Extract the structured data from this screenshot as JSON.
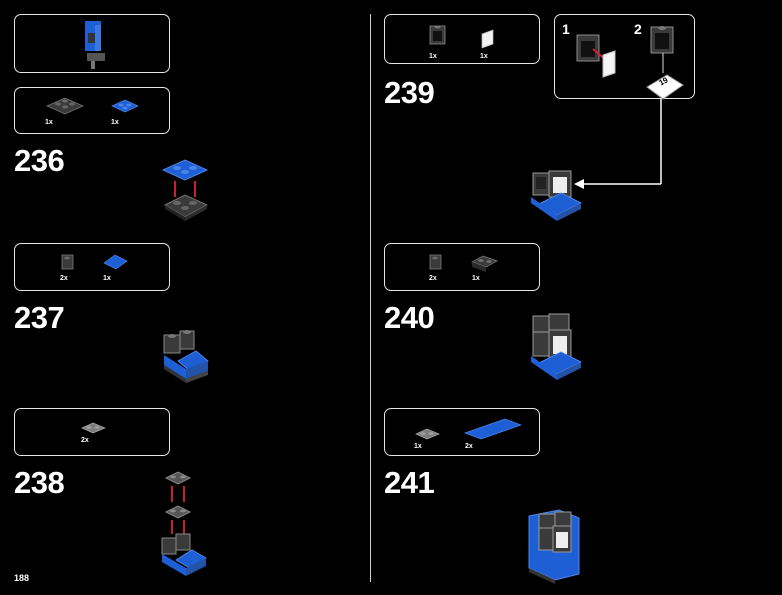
{
  "page": {
    "number": "188"
  },
  "steps": [
    {
      "number": "236",
      "parts": [
        {
          "qty": "1x"
        },
        {
          "qty": "1x"
        }
      ]
    },
    {
      "number": "237",
      "parts": [
        {
          "qty": "2x"
        },
        {
          "qty": "1x"
        }
      ]
    },
    {
      "number": "238",
      "parts": [
        {
          "qty": "2x"
        }
      ]
    },
    {
      "number": "239",
      "parts": [
        {
          "qty": "1x"
        },
        {
          "qty": "1x"
        }
      ],
      "substeps": [
        "1",
        "2"
      ],
      "sticker": "19"
    },
    {
      "number": "240",
      "parts": [
        {
          "qty": "2x"
        },
        {
          "qty": "1x"
        }
      ]
    },
    {
      "number": "241",
      "parts": [
        {
          "qty": "1x"
        },
        {
          "qty": "2x"
        }
      ]
    }
  ],
  "colors": {
    "blue": "#1f5fd6",
    "dark_gray": "#3a3a3a",
    "light_gray": "#9a9a9a",
    "arrow_red": "#c8202e",
    "frame": "#e6e6e6"
  }
}
